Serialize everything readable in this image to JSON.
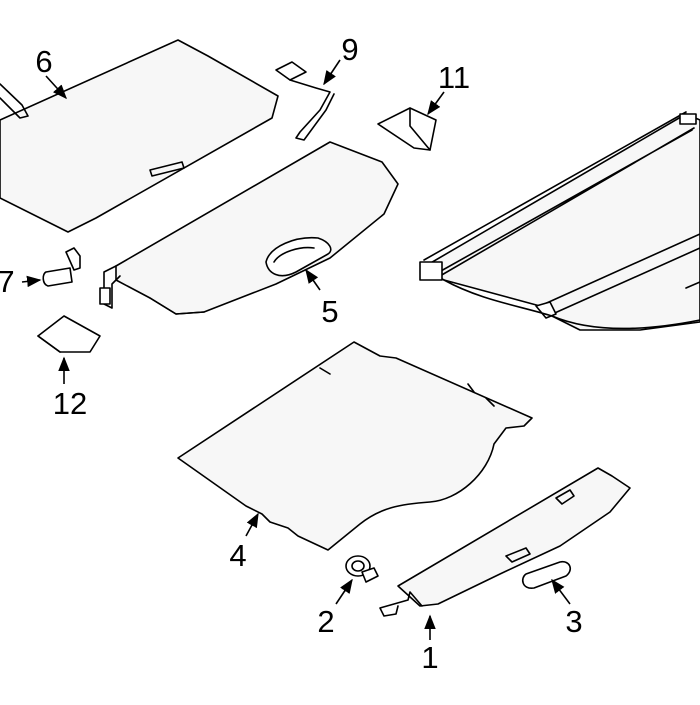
{
  "diagram": {
    "callouts": [
      {
        "id": "1",
        "label": "1"
      },
      {
        "id": "2",
        "label": "2"
      },
      {
        "id": "3",
        "label": "3"
      },
      {
        "id": "4",
        "label": "4"
      },
      {
        "id": "5",
        "label": "5"
      },
      {
        "id": "6",
        "label": "6"
      },
      {
        "id": "7",
        "label": "7"
      },
      {
        "id": "9",
        "label": "9"
      },
      {
        "id": "11",
        "label": "11"
      },
      {
        "id": "12",
        "label": "12"
      }
    ]
  }
}
